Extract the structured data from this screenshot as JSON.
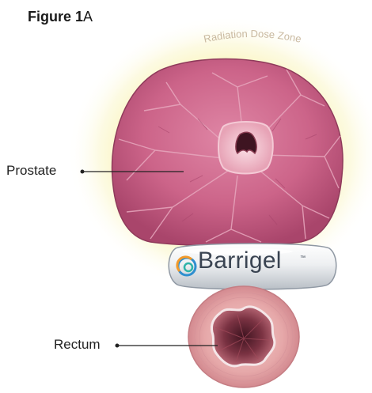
{
  "figure": {
    "title_bold": "Figure 1",
    "title_suffix": "A"
  },
  "labels": {
    "zone": "Radiation Dose Zone",
    "prostate": "Prostate",
    "rectum": "Rectum"
  },
  "spacer": {
    "brand": "Barrigel",
    "trademark": "™",
    "logo_icon": "swirl-logo-icon"
  },
  "colors": {
    "zone_glow": "#f7f1a6",
    "prostate": "#c95e86",
    "spacer": "#d9dde2",
    "rectum_wall": "#e3a2a6",
    "rectum_lumen": "#6a2a38",
    "logo_orange": "#f39a2a",
    "logo_blue": "#2f8fcf",
    "logo_teal": "#2fb3a8"
  }
}
